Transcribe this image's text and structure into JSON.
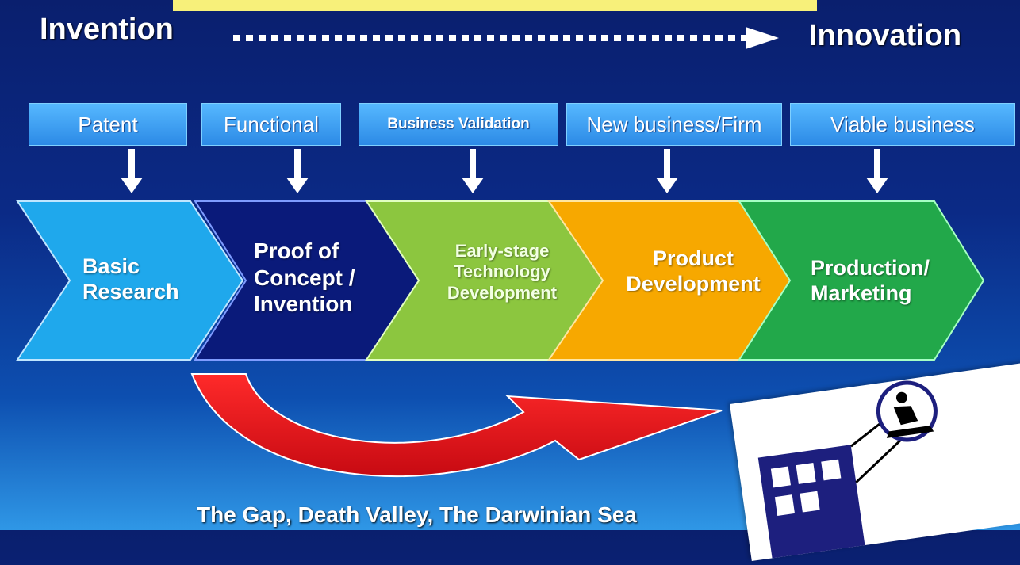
{
  "header": {
    "left": "Invention",
    "right": "Innovation"
  },
  "labels": [
    "Patent",
    "Functional",
    "Business Validation",
    "New business/Firm",
    "Viable business"
  ],
  "stages": [
    {
      "lines": [
        "Basic",
        "Research"
      ]
    },
    {
      "lines": [
        "Proof of",
        "Concept /",
        "Invention"
      ]
    },
    {
      "lines": [
        "Early-stage",
        "Technology",
        "Development"
      ]
    },
    {
      "lines": [
        "Product",
        "Development"
      ]
    },
    {
      "lines": [
        "Production/",
        "Marketing"
      ]
    }
  ],
  "caption": "The Gap, Death Valley, The Darwinian Sea",
  "colors": {
    "stage1": "#1fa8ec",
    "stage2": "#0a1a7a",
    "stage3": "#8cc63f",
    "stage4": "#f7a800",
    "stage5": "#22a84a",
    "gap_arrow": "#e0121b"
  }
}
